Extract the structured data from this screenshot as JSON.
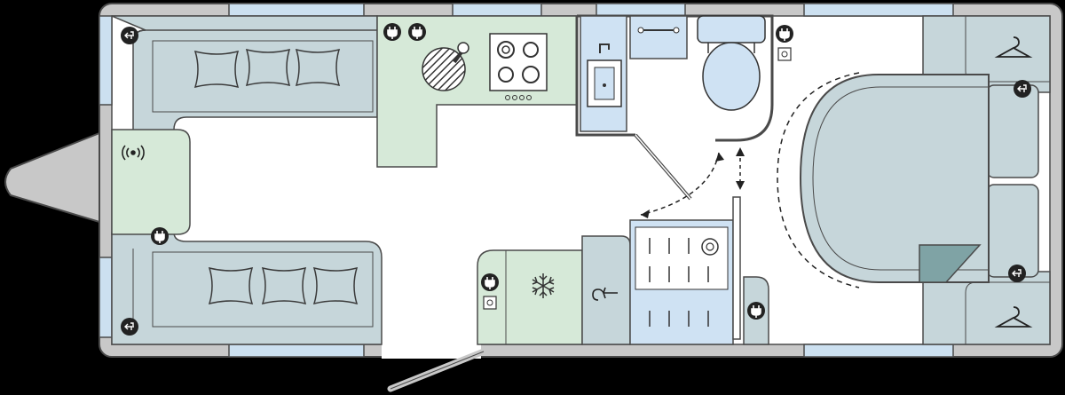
{
  "title": "",
  "colors": {
    "background": "#000000",
    "floor": "#ffffff",
    "wall": "#c8c8c8",
    "wall_stroke": "#4a4a4a",
    "window": "#cce0f0",
    "upholstery": "#c6d6da",
    "upholstery_dark": "#b4c8cc",
    "kitchen": "#d6e9d8",
    "washroom": "#cfe2f3",
    "bed": "#c6d6da",
    "bed_fold": "#7fa3a5",
    "icon": "#222222"
  },
  "zones": [
    {
      "id": "front-lounge",
      "label": ""
    },
    {
      "id": "kitchen",
      "label": ""
    },
    {
      "id": "washroom",
      "label": ""
    },
    {
      "id": "shower",
      "label": ""
    },
    {
      "id": "island-bed",
      "label": ""
    },
    {
      "id": "wardrobe-left",
      "label": ""
    },
    {
      "id": "wardrobe-right",
      "label": ""
    }
  ],
  "icons": [
    "usb-socket-icon",
    "mains-socket-icon",
    "heater-icon",
    "hob-icon",
    "sink-icon",
    "toilet-icon",
    "fridge-snowflake-icon",
    "wardrobe-hanger-icon",
    "tv-aerial-icon",
    "cushion-icon",
    "door-swing-arrow-icon"
  ]
}
